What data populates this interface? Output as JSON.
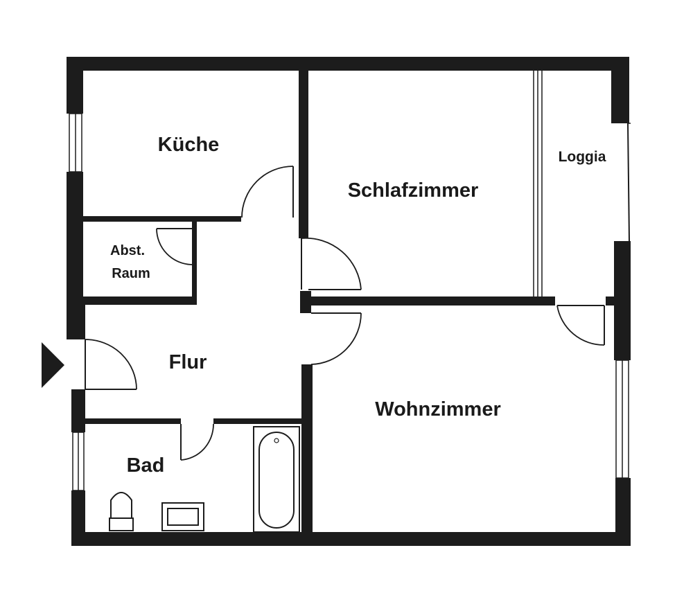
{
  "floor_plan": {
    "rooms": {
      "kueche": "Küche",
      "schlafzimmer": "Schlafzimmer",
      "loggia": "Loggia",
      "abst_raum_line1": "Abst.",
      "abst_raum_line2": "Raum",
      "flur": "Flur",
      "wohnzimmer": "Wohnzimmer",
      "bad": "Bad"
    },
    "entrance_marker": "entrance-arrow-icon",
    "colors": {
      "wall": "#1c1c1c",
      "background": "#ffffff"
    }
  }
}
